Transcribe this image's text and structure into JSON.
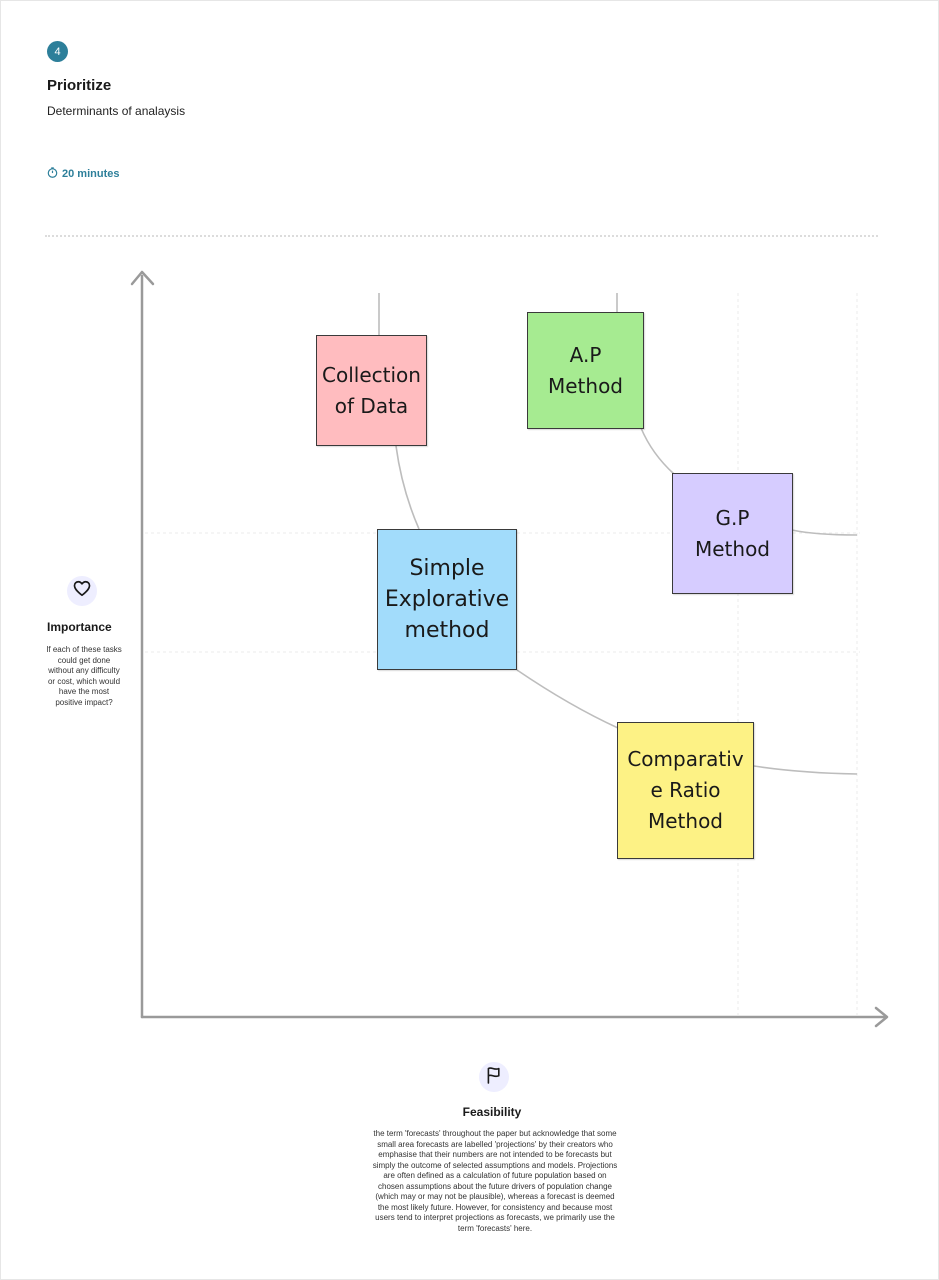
{
  "header": {
    "step_number": "4",
    "title": "Prioritize",
    "subtitle": "Determinants of analaysis",
    "time_icon": "stopwatch-icon",
    "duration": "20 minutes"
  },
  "y_axis": {
    "icon": "heart-icon",
    "title": "Importance",
    "description": "If each of these tasks could get done without any difficulty or cost, which would have the most positive impact?"
  },
  "x_axis": {
    "icon": "flag-icon",
    "title": "Feasibility",
    "description": "the term 'forecasts' throughout the paper but acknowledge that some small area forecasts are labelled 'projections' by their creators who emphasise that their numbers are not intended to be forecasts but simply the outcome of selected assumptions and models. Projections are often defined as a calculation of future population based on chosen assumptions about the future drivers of population change (which may or may not be plausible), whereas a forecast is deemed the most likely future. However, for consistency and because most users tend to interpret projections as forecasts, we primarily use the term 'forecasts' here."
  },
  "notes": [
    {
      "text": "Collection of Data",
      "color": "#ffbcbf"
    },
    {
      "text": "A.P Method",
      "color": "#a6eb91"
    },
    {
      "text": "G.P Method",
      "color": "#d6ccff"
    },
    {
      "text": "Simple Explorative method",
      "color": "#a2dcfb"
    },
    {
      "text": "Comparativ e Ratio Method",
      "color": "#fdf285"
    }
  ],
  "colors": {
    "accent": "#2d7f9a",
    "axis": "#9a9a9a",
    "connector": "#bdbdbd",
    "icon_bg": "#eeeeff"
  }
}
